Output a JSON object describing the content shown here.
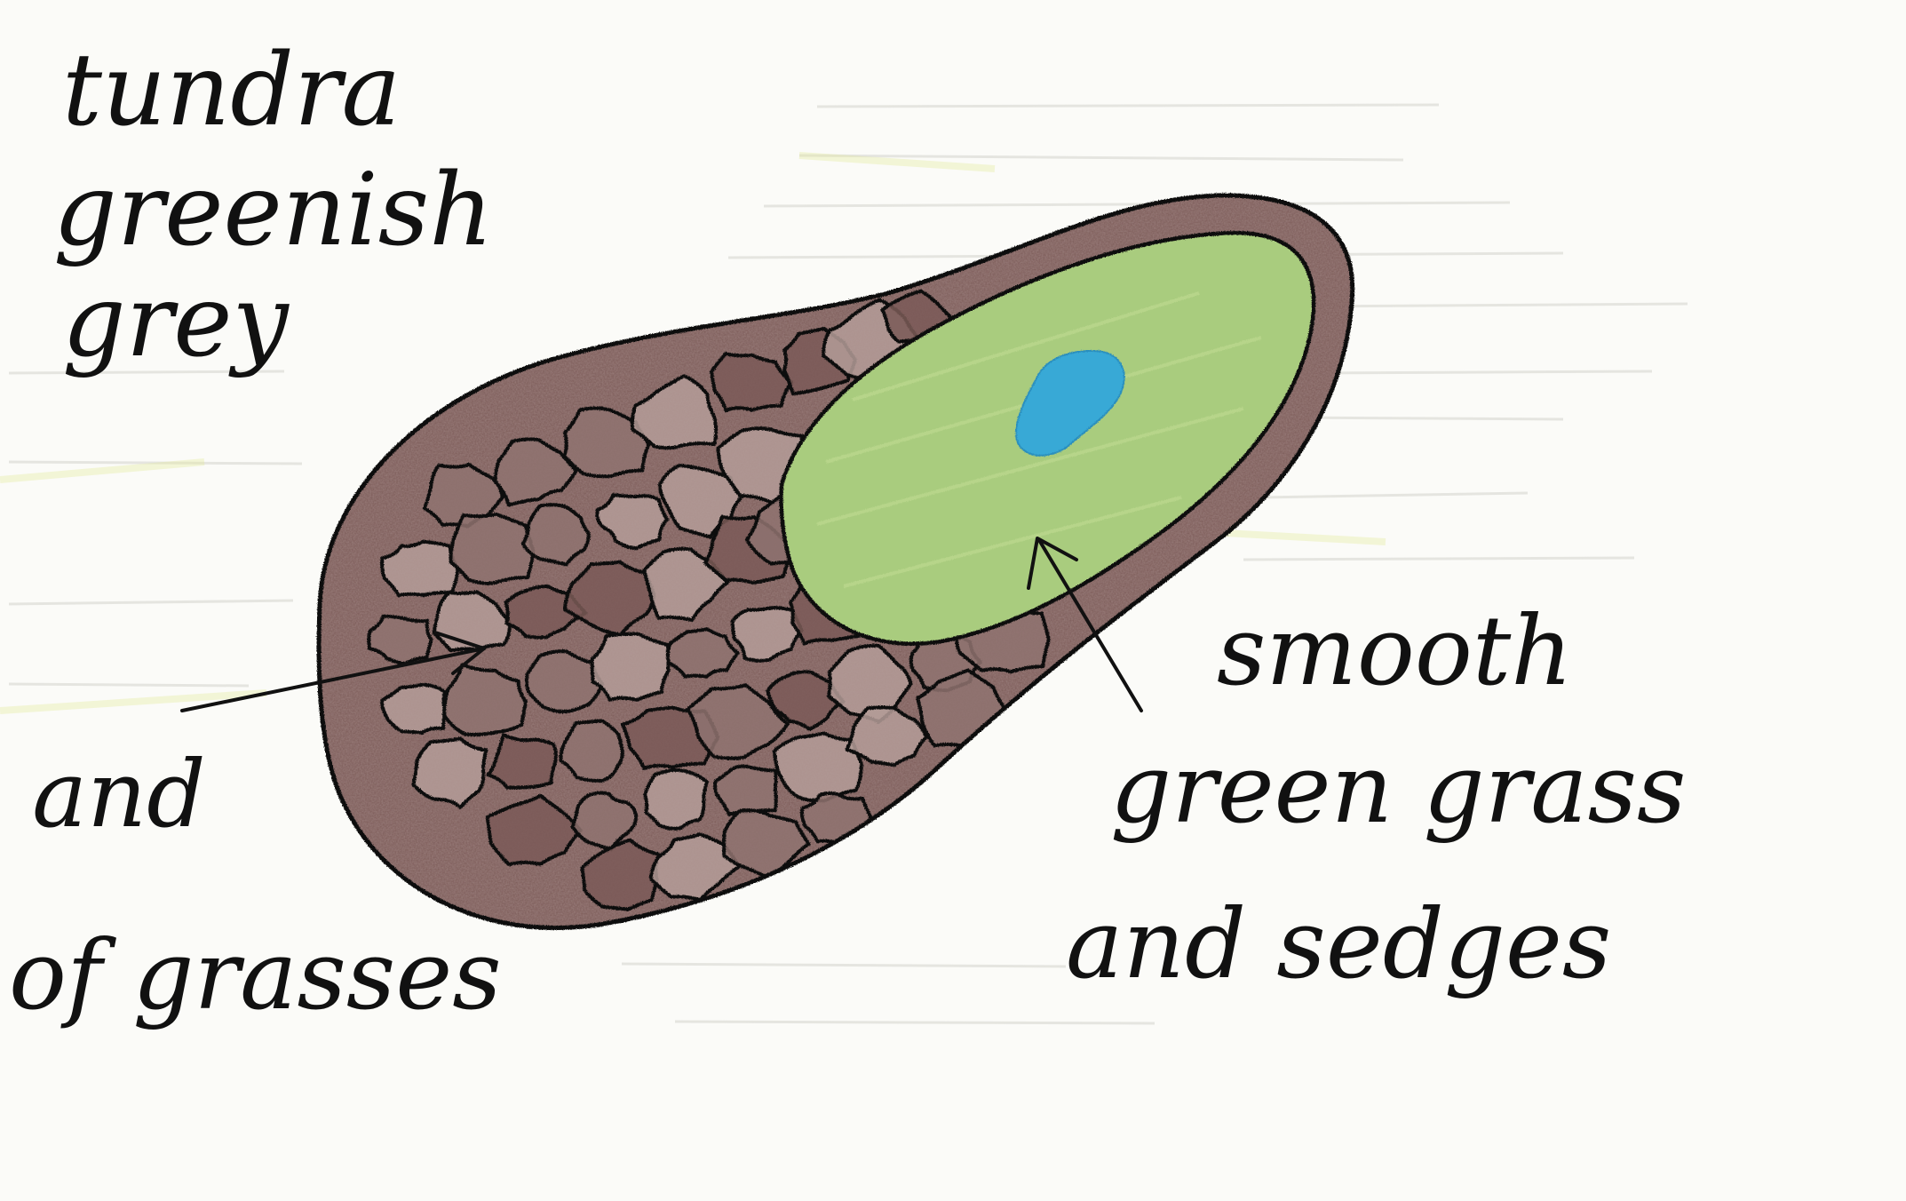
{
  "labels": {
    "top_left": [
      "tundra",
      "greenish",
      "grey"
    ],
    "left_fragment": ". and",
    "left_bottom": "of grasses",
    "right": [
      "smooth",
      "green grass",
      "and sedges"
    ]
  },
  "colors": {
    "paper": "#fbfbf8",
    "ink": "#111111",
    "tussock_brown": "#7b5a57",
    "tussock_shadow": "#8f7370",
    "tussock_highlight": "#b49c98",
    "grass_green": "#a9cc7e",
    "grass_light": "#bdd98f",
    "water_blue": "#39a9d6"
  }
}
